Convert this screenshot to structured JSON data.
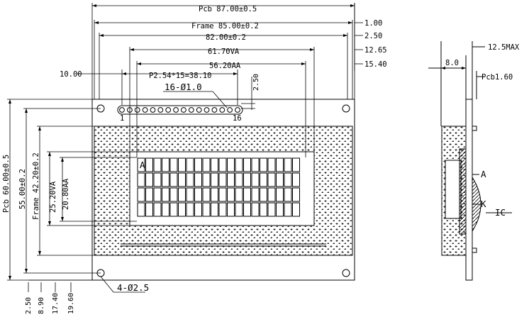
{
  "top_dims": {
    "pcb": "Pcb 87.00±0.5",
    "frame": "Frame 85.00±0.2",
    "d82": "82.00±0.2",
    "va": "61.70VA",
    "aa": "56.20AA",
    "pitch": "P2.54*15=38.10",
    "pins": "16-Ø1.0",
    "d250": "2.50"
  },
  "right_offsets": [
    "1.00",
    "2.50",
    "12.65",
    "15.40"
  ],
  "left_offset": "10.00",
  "left_dims": {
    "pcb": "Pcb 60.00±0.5",
    "d55": "55.00±0.2",
    "frame": "Frame 42.20±0.2",
    "va": "25.20VA",
    "aa": "20.80AA"
  },
  "bottom_offsets": [
    "2.50",
    "8.90",
    "17.40",
    "19.60"
  ],
  "labels": {
    "pin1": "1",
    "pin16": "16",
    "corner_a": "A",
    "holes": "4-Ø2.5"
  },
  "side": {
    "max": "12.5MAX",
    "d80": "8.0",
    "pcb": "Pcb1.60",
    "a": "A",
    "k": "K",
    "ic": "IC"
  },
  "matrix": {
    "cols": 20,
    "rows": 4
  }
}
